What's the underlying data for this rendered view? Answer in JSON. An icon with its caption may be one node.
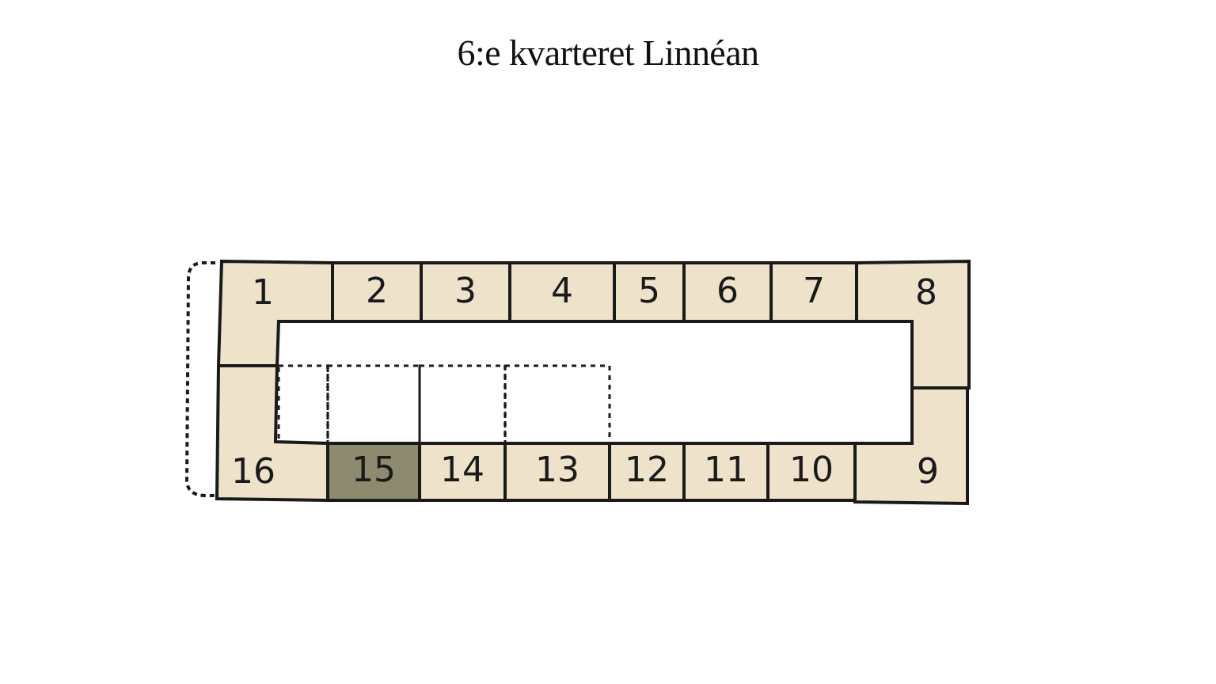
{
  "diagram": {
    "title": "6:e kvarteret Linnéan",
    "nodes": [
      {
        "text": [
          "1"
        ]
      },
      {
        "text": [
          "2"
        ]
      },
      {
        "text": [
          "3"
        ]
      },
      {
        "text": [
          "4"
        ]
      },
      {
        "text": [
          "5"
        ]
      },
      {
        "text": [
          "6"
        ]
      },
      {
        "text": [
          "7"
        ]
      },
      {
        "text": [
          "8"
        ]
      },
      {
        "text": [
          "9"
        ]
      },
      {
        "text": [
          "10"
        ]
      },
      {
        "text": [
          "11"
        ]
      },
      {
        "text": [
          "12"
        ]
      },
      {
        "text": [
          "13"
        ]
      },
      {
        "text": [
          "14"
        ]
      },
      {
        "text": [
          "15"
        ]
      },
      {
        "text": [
          "16"
        ]
      },
      {
        "text": [],
        "shape": "box"
      },
      {
        "text": [],
        "shape": "box"
      },
      {
        "text": [],
        "shape": "box"
      },
      {
        "text": [],
        "shape": "box"
      }
    ]
  }
}
